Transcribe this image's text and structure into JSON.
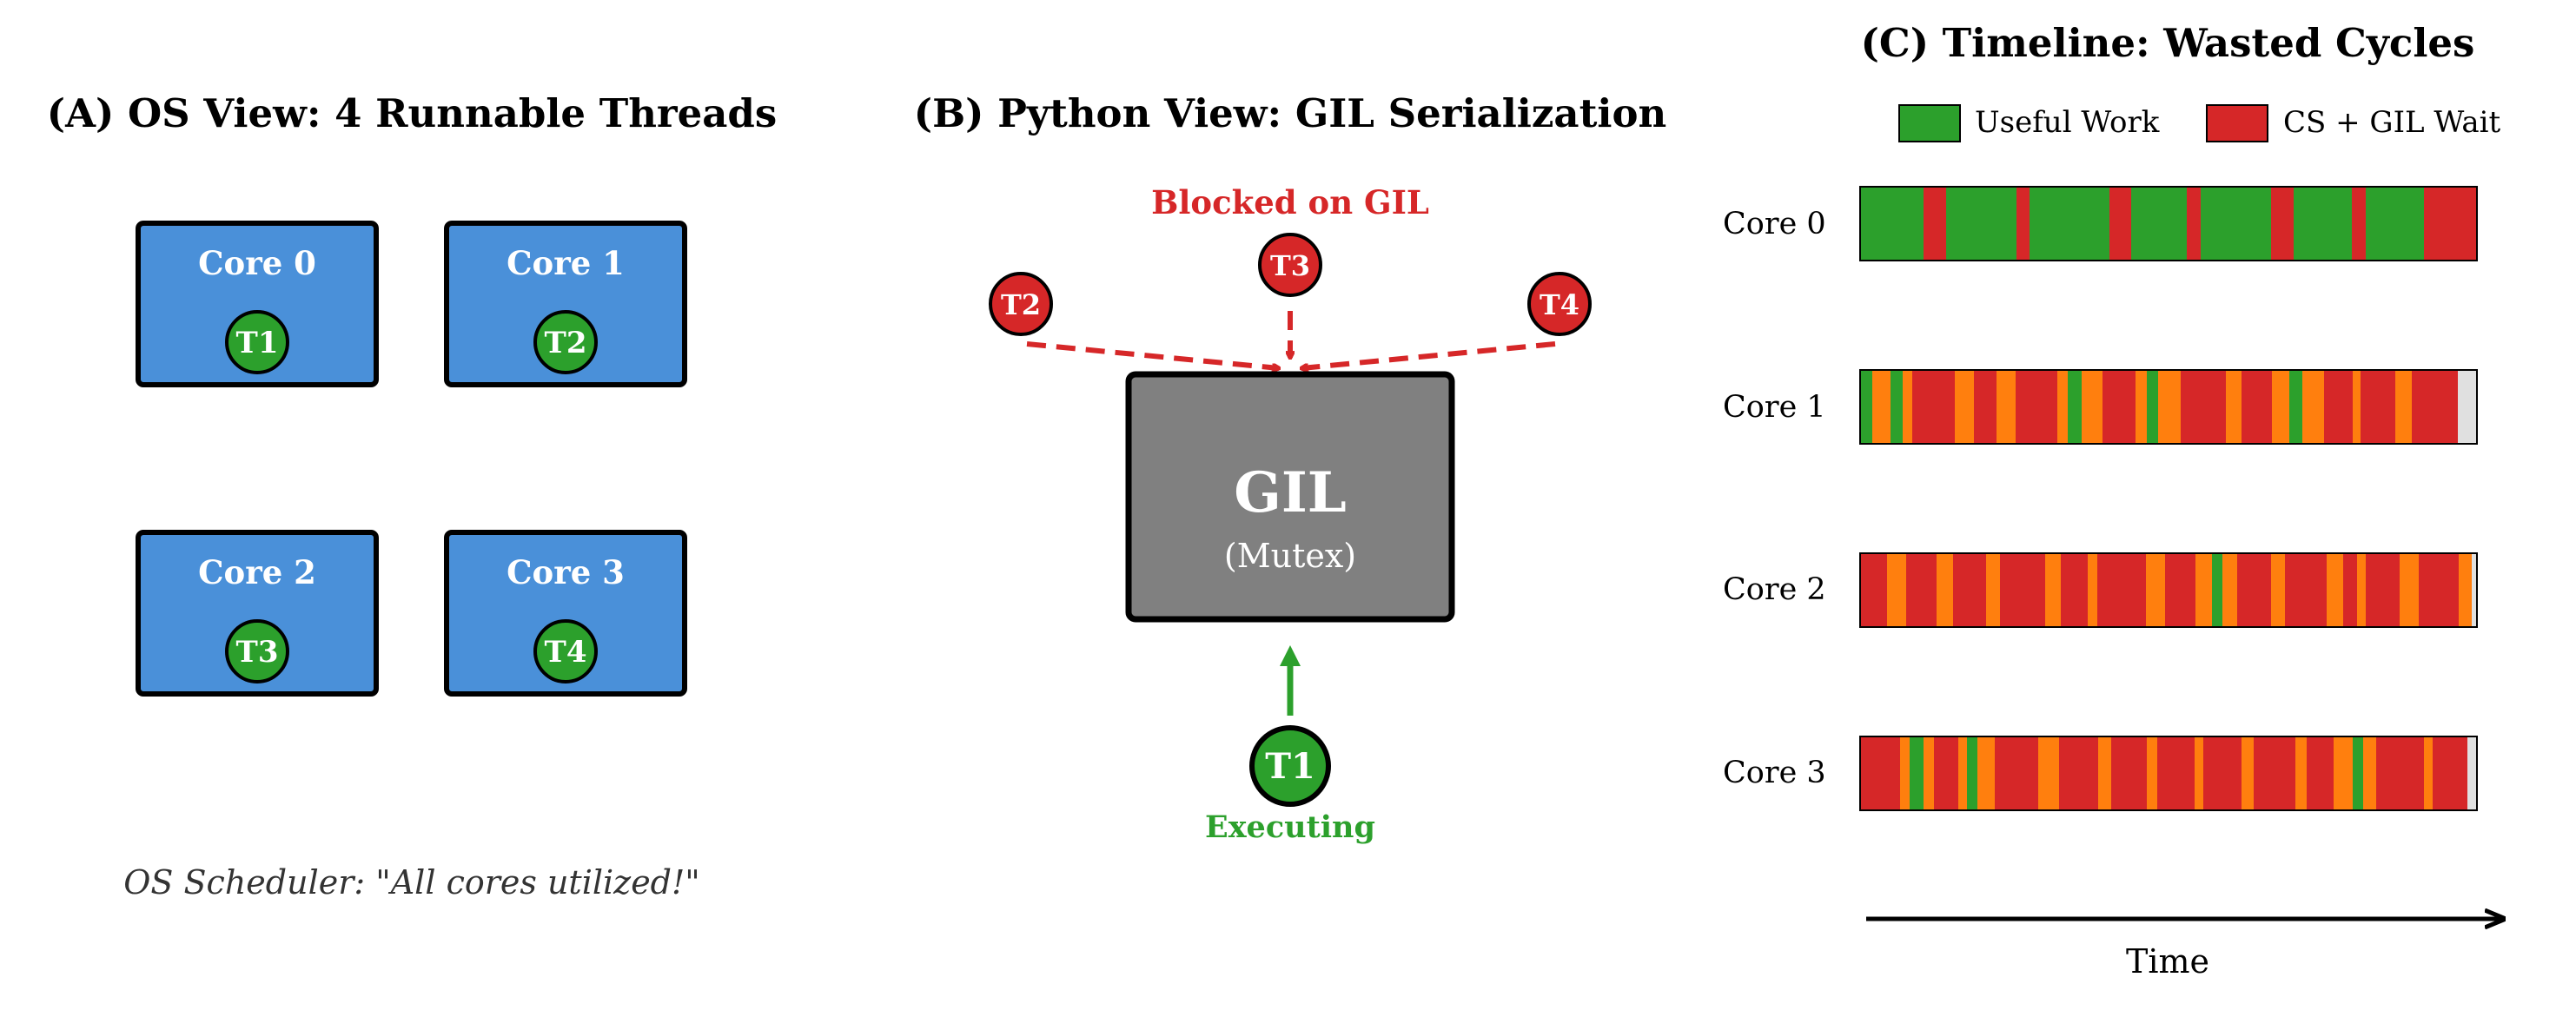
{
  "panel_a": {
    "title": "(A) OS View: 4 Runnable Threads",
    "cores": [
      {
        "label": "Core 0",
        "thread": "T1"
      },
      {
        "label": "Core 1",
        "thread": "T2"
      },
      {
        "label": "Core 2",
        "thread": "T3"
      },
      {
        "label": "Core 3",
        "thread": "T4"
      }
    ],
    "caption": "OS Scheduler: \"All cores utilized!\""
  },
  "panel_b": {
    "title": "(B) Python View: GIL Serialization",
    "blocked_label": "Blocked on GIL",
    "blocked_threads": [
      "T2",
      "T3",
      "T4"
    ],
    "gil_title": "GIL",
    "gil_subtitle": "(Mutex)",
    "running_thread": "T1",
    "running_label": "Executing"
  },
  "panel_c": {
    "title": "(C) Timeline: Wasted Cycles",
    "legend": [
      {
        "label": "Useful Work",
        "color": "#2ca02c"
      },
      {
        "label": "CS + GIL Wait",
        "color": "#d62728"
      }
    ],
    "rows": [
      "Core 0",
      "Core 1",
      "Core 2",
      "Core 3"
    ],
    "axis_label": "Time"
  },
  "colors": {
    "core_fill": "#4a90d9",
    "green": "#2ca02c",
    "red": "#d62728",
    "orange": "#ff7f0e",
    "gray": "#808080",
    "idle": "#e0e0e0"
  }
}
